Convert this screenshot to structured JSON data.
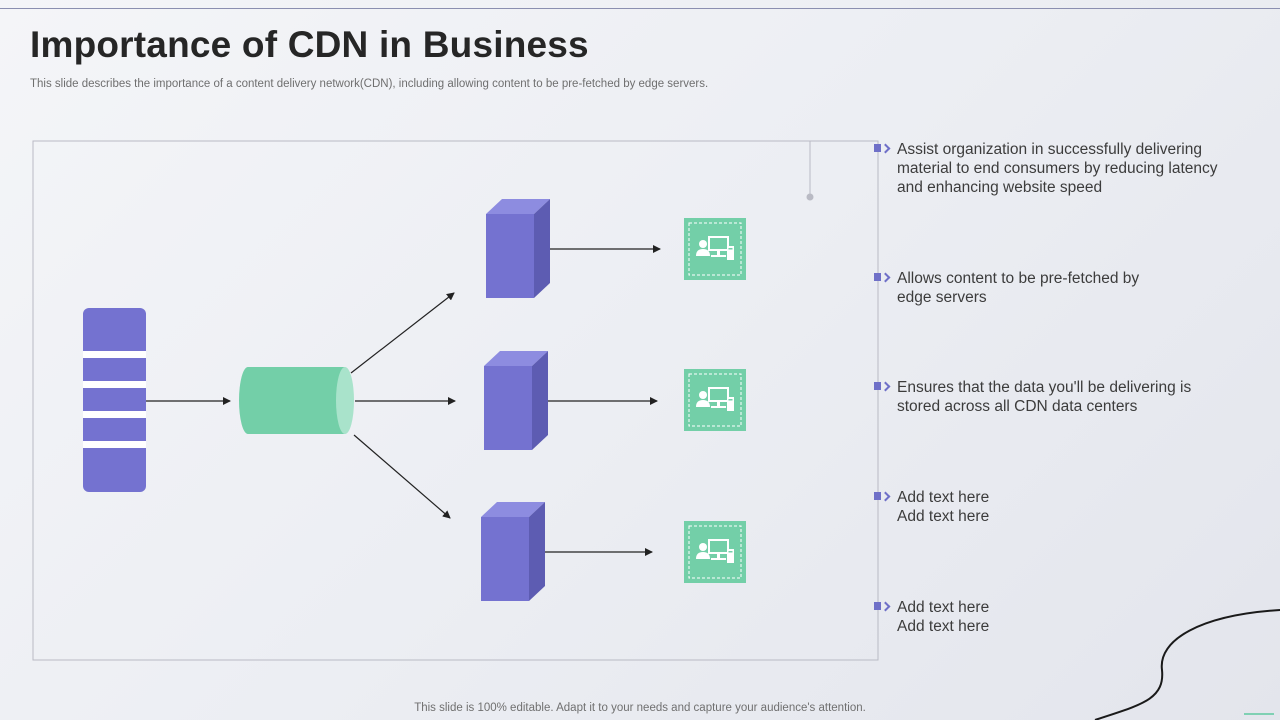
{
  "slide": {
    "title": "Importance of CDN in Business",
    "subtitle": "This slide describes the importance of a content delivery network(CDN), including allowing content to be pre-fetched by edge servers.",
    "footer": "This slide is 100% editable. Adapt it to your needs and capture your audience's attention."
  },
  "colors": {
    "accent_purple": "#7472d0",
    "accent_green": "#73cfa8",
    "text_dark": "#262626"
  },
  "diagram": {
    "origin_server_icon": "server-rack-icon",
    "cdn_icon": "cylinder-database-icon",
    "edge_server_icon": "cube-server-icon",
    "end_user_icon": "user-computer-icon",
    "edge_server_count": 3,
    "end_user_count": 3
  },
  "bullets": [
    {
      "text": "Assist organization in successfully  delivering\nmaterial to end consumers by reducing latency\nand enhancing website speed"
    },
    {
      "text": "Allows content to be pre-fetched by\nedge servers"
    },
    {
      "text": "Ensures that the data you'll be delivering is\nstored across all CDN data centers"
    },
    {
      "text": "Add text here\nAdd text here"
    },
    {
      "text": "Add text here\nAdd text here"
    }
  ]
}
